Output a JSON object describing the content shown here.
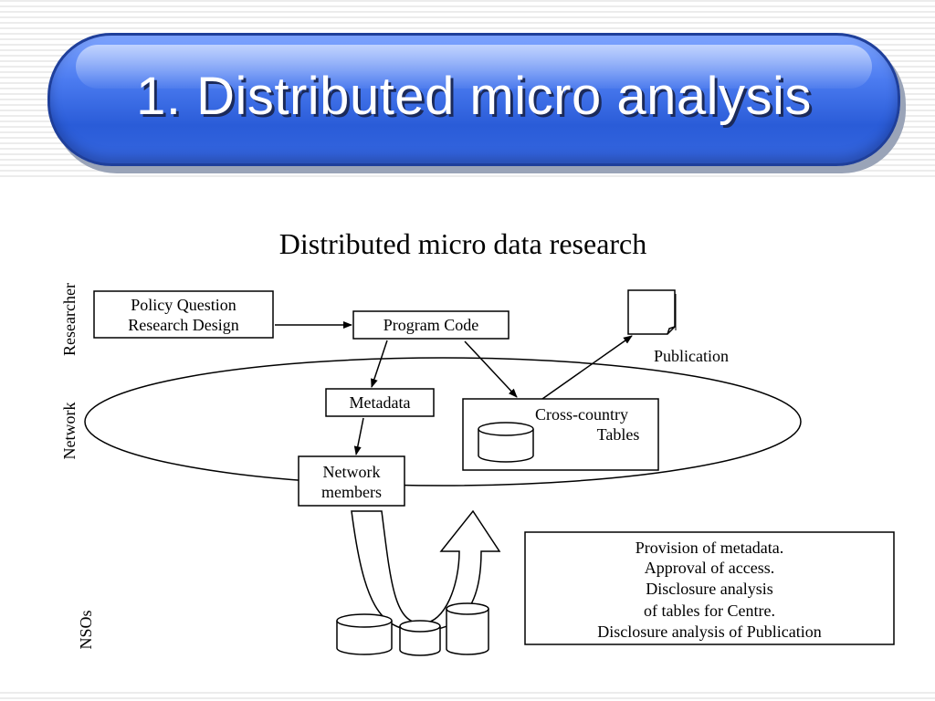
{
  "slide": {
    "title": "1. Distributed micro analysis"
  },
  "diagram": {
    "title": "Distributed micro data research",
    "lanes": {
      "researcher": "Researcher",
      "network": "Network",
      "nsos": "NSOs"
    },
    "nodes": {
      "policy_line1": "Policy Question",
      "policy_line2": "Research Design",
      "program_code": "Program Code",
      "publication": "Publication",
      "metadata": "Metadata",
      "tables_line1": "Cross-country",
      "tables_line2": "Tables",
      "members_line1": "Network",
      "members_line2": "members"
    },
    "nso_tasks": [
      "Provision of metadata.",
      "Approval of access.",
      "Disclosure analysis",
      "of tables for Centre.",
      "Disclosure analysis of Publication"
    ]
  }
}
